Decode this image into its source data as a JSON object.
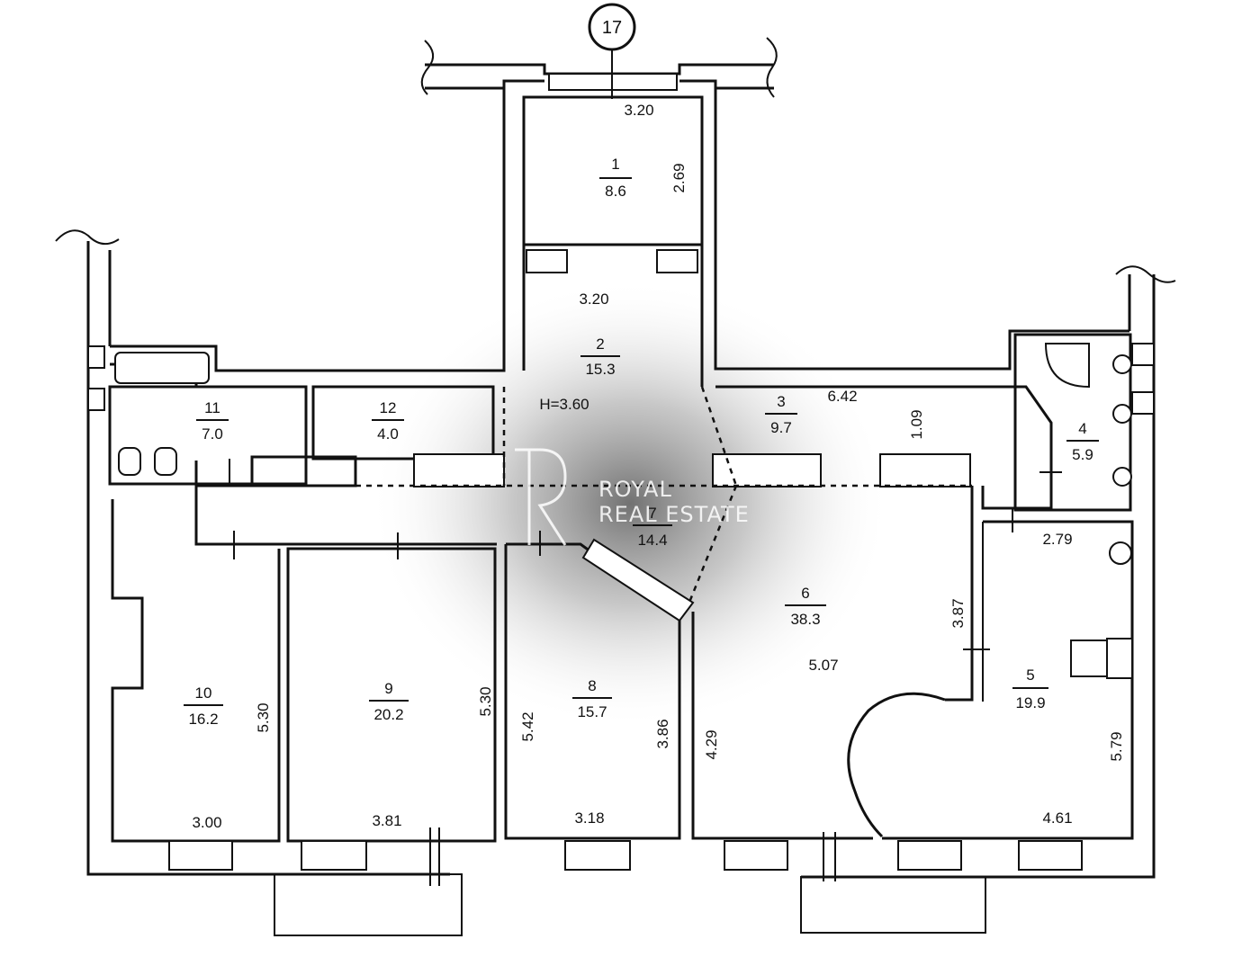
{
  "axis_marker": "17",
  "ceiling_height": "H=3.60",
  "watermark": {
    "line1": "ROYAL",
    "line2": "REAL ESTATE"
  },
  "rooms": [
    {
      "number": "1",
      "area": "8.6"
    },
    {
      "number": "2",
      "area": "15.3"
    },
    {
      "number": "3",
      "area": "9.7"
    },
    {
      "number": "4",
      "area": "5.9"
    },
    {
      "number": "5",
      "area": "19.9"
    },
    {
      "number": "6",
      "area": "38.3"
    },
    {
      "number": "7",
      "area": "14.4"
    },
    {
      "number": "8",
      "area": "15.7"
    },
    {
      "number": "9",
      "area": "20.2"
    },
    {
      "number": "10",
      "area": "16.2"
    },
    {
      "number": "11",
      "area": "7.0"
    },
    {
      "number": "12",
      "area": "4.0"
    }
  ],
  "dimensions": {
    "d1_top": "3.20",
    "d1_side": "2.69",
    "d2_top": "3.20",
    "d3_top": "6.42",
    "d3_side": "1.09",
    "d5_top": "2.79",
    "d5_side": "5.79",
    "d5_bottom": "4.61",
    "d6_side": "3.87",
    "d6_mid": "5.07",
    "d6_left": "4.29",
    "d8_left": "5.42",
    "d8_right": "3.86",
    "d8_bottom": "3.18",
    "d9_side": "5.30",
    "d9_bottom": "3.81",
    "d10_side": "5.30",
    "d10_bottom": "3.00"
  }
}
